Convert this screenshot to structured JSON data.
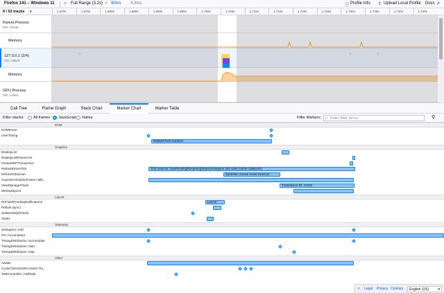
{
  "topbar": {
    "title": "Firefox 141 – Windows 11",
    "range": "Full Range (3.2s)",
    "selection": "90ms",
    "duration": "4.3ms",
    "profile_info": "Profile Info",
    "upload": "Upload Local Profile",
    "docs": "Docs"
  },
  "timeline": {
    "tracks_count": "9 / 52 tracks",
    "ticks": [
      "1.670s",
      "1.675s",
      "1.680s",
      "1.685s",
      "1.690s",
      "1.695s",
      "1.700s",
      "1.705s",
      "1.710s",
      "1.715s",
      "1.720s",
      "1.725s",
      "1.730s",
      "1.735s",
      "1.740s",
      "1.745s"
    ]
  },
  "tracks": {
    "parent": {
      "name": "Parent Process",
      "pid": "PID: 25236"
    },
    "memory1": {
      "name": "Memory"
    },
    "content": {
      "name": "127.0.0.1 (2/4)",
      "pid": "PID: 28820"
    },
    "memory2": {
      "name": "Memory"
    },
    "gpu": {
      "name": "GPU Process",
      "pid": "PID: 24964"
    }
  },
  "tabs": [
    "Call Tree",
    "Flame Graph",
    "Stack Chart",
    "Marker Chart",
    "Marker Table"
  ],
  "selected_tab": "Marker Chart",
  "filterbar": {
    "filter_stacks": "Filter stacks:",
    "options": [
      "All frames",
      "JavaScript",
      "Native"
    ],
    "selected": "JavaScript",
    "filter_markers": "Filter Markers:",
    "placeholder": "Enter filter terms"
  },
  "markers": {
    "groups": [
      "DOM",
      "Graphics",
      "Layout",
      "Telemetry",
      "Other"
    ],
    "dom": [
      "DOMEvent",
      "UserTiming"
    ],
    "graphics": [
      "DisplayList",
      "DisplayListResources",
      "ForwardDPTransaction",
      "RefreshDriverTick",
      "RefreshObserver",
      "requestAnimationFrame callb...",
      "ViewManagerFlush",
      "WrDisplayList"
    ],
    "layout": [
      "DoFlushPendingNotifications",
      "Reflow (sync)",
      "SetNeedStyleFlush",
      "Styles"
    ],
    "telemetry": [
      "Histogram::Add",
      "IPC Accumulator",
      "TimingDistribution::accumulate",
      "TimingDistribution::start",
      "TimingDistribution::stop"
    ],
    "other": [
      "Awake",
      "CycleCollectedJSContext::Ru...",
      "TaskController::AddTask"
    ],
    "bar_labels": {
      "user_timing": "web604?test-duration",
      "refresh_tick": "Tick reasons: HasPendingRenderingSteps(Animation and video frame callbacks)",
      "refresh_observer": "Synthetic mouse move event [0...",
      "view_manager": "Transaction ID: 12222",
      "layout_flush": "Layout"
    }
  },
  "footer": {
    "links": [
      "Legal",
      "Privacy",
      "Cookies"
    ],
    "language": "English (US)"
  },
  "colors": {
    "accent": "#0a84ff",
    "marker_fill": "#8ac4ff",
    "memory_graph": "#ff9400"
  }
}
